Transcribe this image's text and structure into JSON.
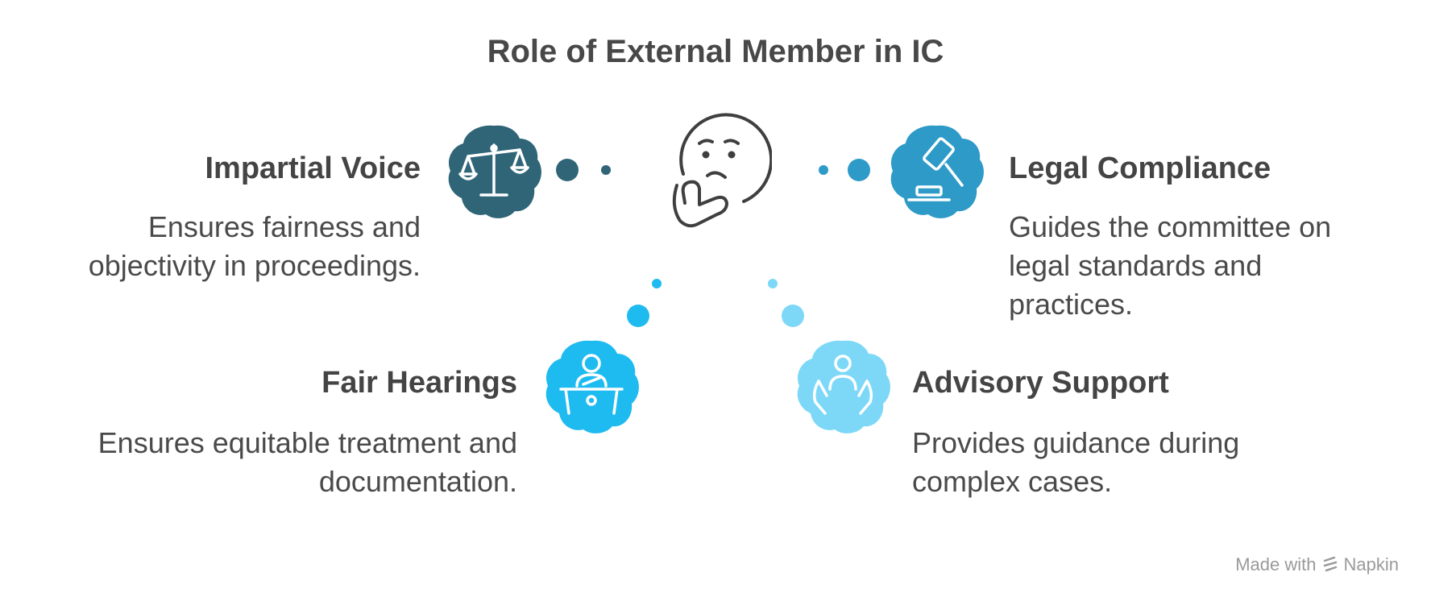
{
  "title": "Role of External Member in IC",
  "items": [
    {
      "id": "impartial",
      "heading": "Impartial Voice",
      "description": "Ensures fairness and objectivity in proceedings.",
      "icon": "scales-icon",
      "color": "#2f6577"
    },
    {
      "id": "legal",
      "heading": "Legal Compliance",
      "description": "Guides the committee on legal standards and practices.",
      "icon": "gavel-icon",
      "color": "#2d9ac7"
    },
    {
      "id": "fair",
      "heading": "Fair Hearings",
      "description": "Ensures equitable treatment and documentation.",
      "icon": "judge-desk-icon",
      "color": "#1ebbf0"
    },
    {
      "id": "advisory",
      "heading": "Advisory Support",
      "description": "Provides guidance during complex cases.",
      "icon": "helping-hands-icon",
      "color": "#7dd8f8"
    }
  ],
  "center_icon": "thinking-face-icon",
  "footer": {
    "made_with": "Made with",
    "brand": "Napkin"
  }
}
